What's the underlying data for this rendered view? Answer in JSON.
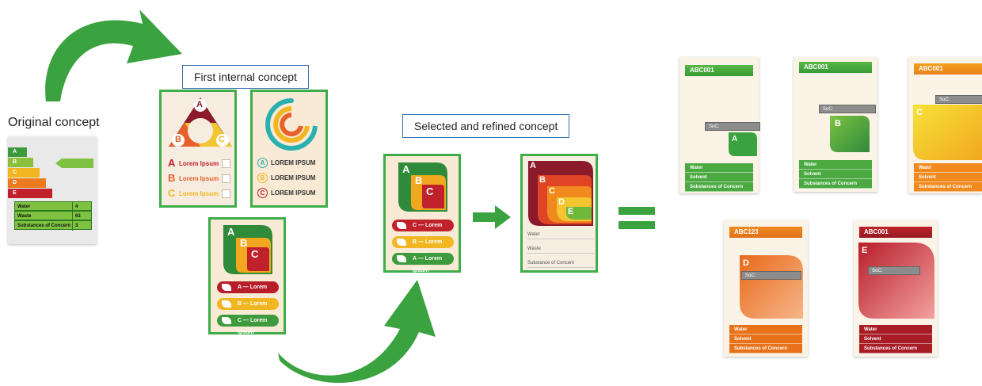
{
  "captions": {
    "original": "Original concept",
    "first_internal": "First internal concept",
    "selected_refined": "Selected and refined concept"
  },
  "original_card": {
    "classes": [
      "A",
      "B",
      "C",
      "D",
      "E"
    ],
    "rows": [
      {
        "label": "Water",
        "value": "4"
      },
      {
        "label": "Waste",
        "value": "63"
      },
      {
        "label": "Substances of Concern",
        "value": "3"
      }
    ]
  },
  "triangle_card": {
    "letters": [
      "A",
      "B",
      "C"
    ],
    "rows": [
      {
        "letter": "A",
        "text": "Lorem Ipsum"
      },
      {
        "letter": "B",
        "text": "Lorem Ipsum"
      },
      {
        "letter": "C",
        "text": "Lorem Ipsum"
      }
    ]
  },
  "ring_card": {
    "rows": [
      {
        "letter": "A",
        "text": "LOREM IPSUM"
      },
      {
        "letter": "B",
        "text": "LOREM IPSUM"
      },
      {
        "letter": "C",
        "text": "LOREM IPSUM"
      }
    ]
  },
  "leaf_card_bottom": {
    "letters": [
      "A",
      "B",
      "C"
    ],
    "pills": [
      "A — Lorem Ipsum",
      "B — Lorem Ipsum",
      "C — Lorem Ipsum"
    ]
  },
  "leaf_card_mid": {
    "letters": [
      "A",
      "B",
      "C"
    ],
    "pills": [
      "C — Lorem Ipsum",
      "B — Lorem Ipsum",
      "A — Lorem Ipsum"
    ]
  },
  "refined_card": {
    "letters": [
      "A",
      "B",
      "C",
      "D",
      "E"
    ],
    "rows": [
      "Water",
      "Waste",
      "Substance of Concern"
    ]
  },
  "final_cards": [
    {
      "header": "ABC001",
      "letter": "A",
      "soc": "SoC:",
      "rows": [
        "Water",
        "Solvent",
        "Substances of Concern"
      ]
    },
    {
      "header": "ABC001",
      "letter": "B",
      "soc": "SoC:",
      "rows": [
        "Water",
        "Solvent",
        "Substances of Concern"
      ]
    },
    {
      "header": "ABC001",
      "letter": "C",
      "soc": "SoC:",
      "rows": [
        "Water",
        "Solvent",
        "Substances of Concern"
      ]
    },
    {
      "header": "ABC123",
      "letter": "D",
      "soc": "SoC:",
      "rows": [
        "Water",
        "Solvent",
        "Substances of Concern"
      ]
    },
    {
      "header": "ABC001",
      "letter": "E",
      "soc": "SoC:",
      "rows": [
        "Water",
        "Solvent",
        "Substances of Concern"
      ]
    }
  ],
  "colors": {
    "arrow_green": "#3aa33f",
    "frame_green": "#3fae49",
    "caption_border": "#3a6fb5",
    "grade_A": "#3d9a3d",
    "grade_B": "#8cbf3a",
    "grade_C": "#f2b622",
    "grade_D": "#ec7a1e",
    "grade_E": "#c0212a"
  },
  "icons": {
    "flow_arrow": "curved-green-arrow",
    "right_arrow": "green-right-arrow",
    "equals": "green-equals-sign"
  }
}
